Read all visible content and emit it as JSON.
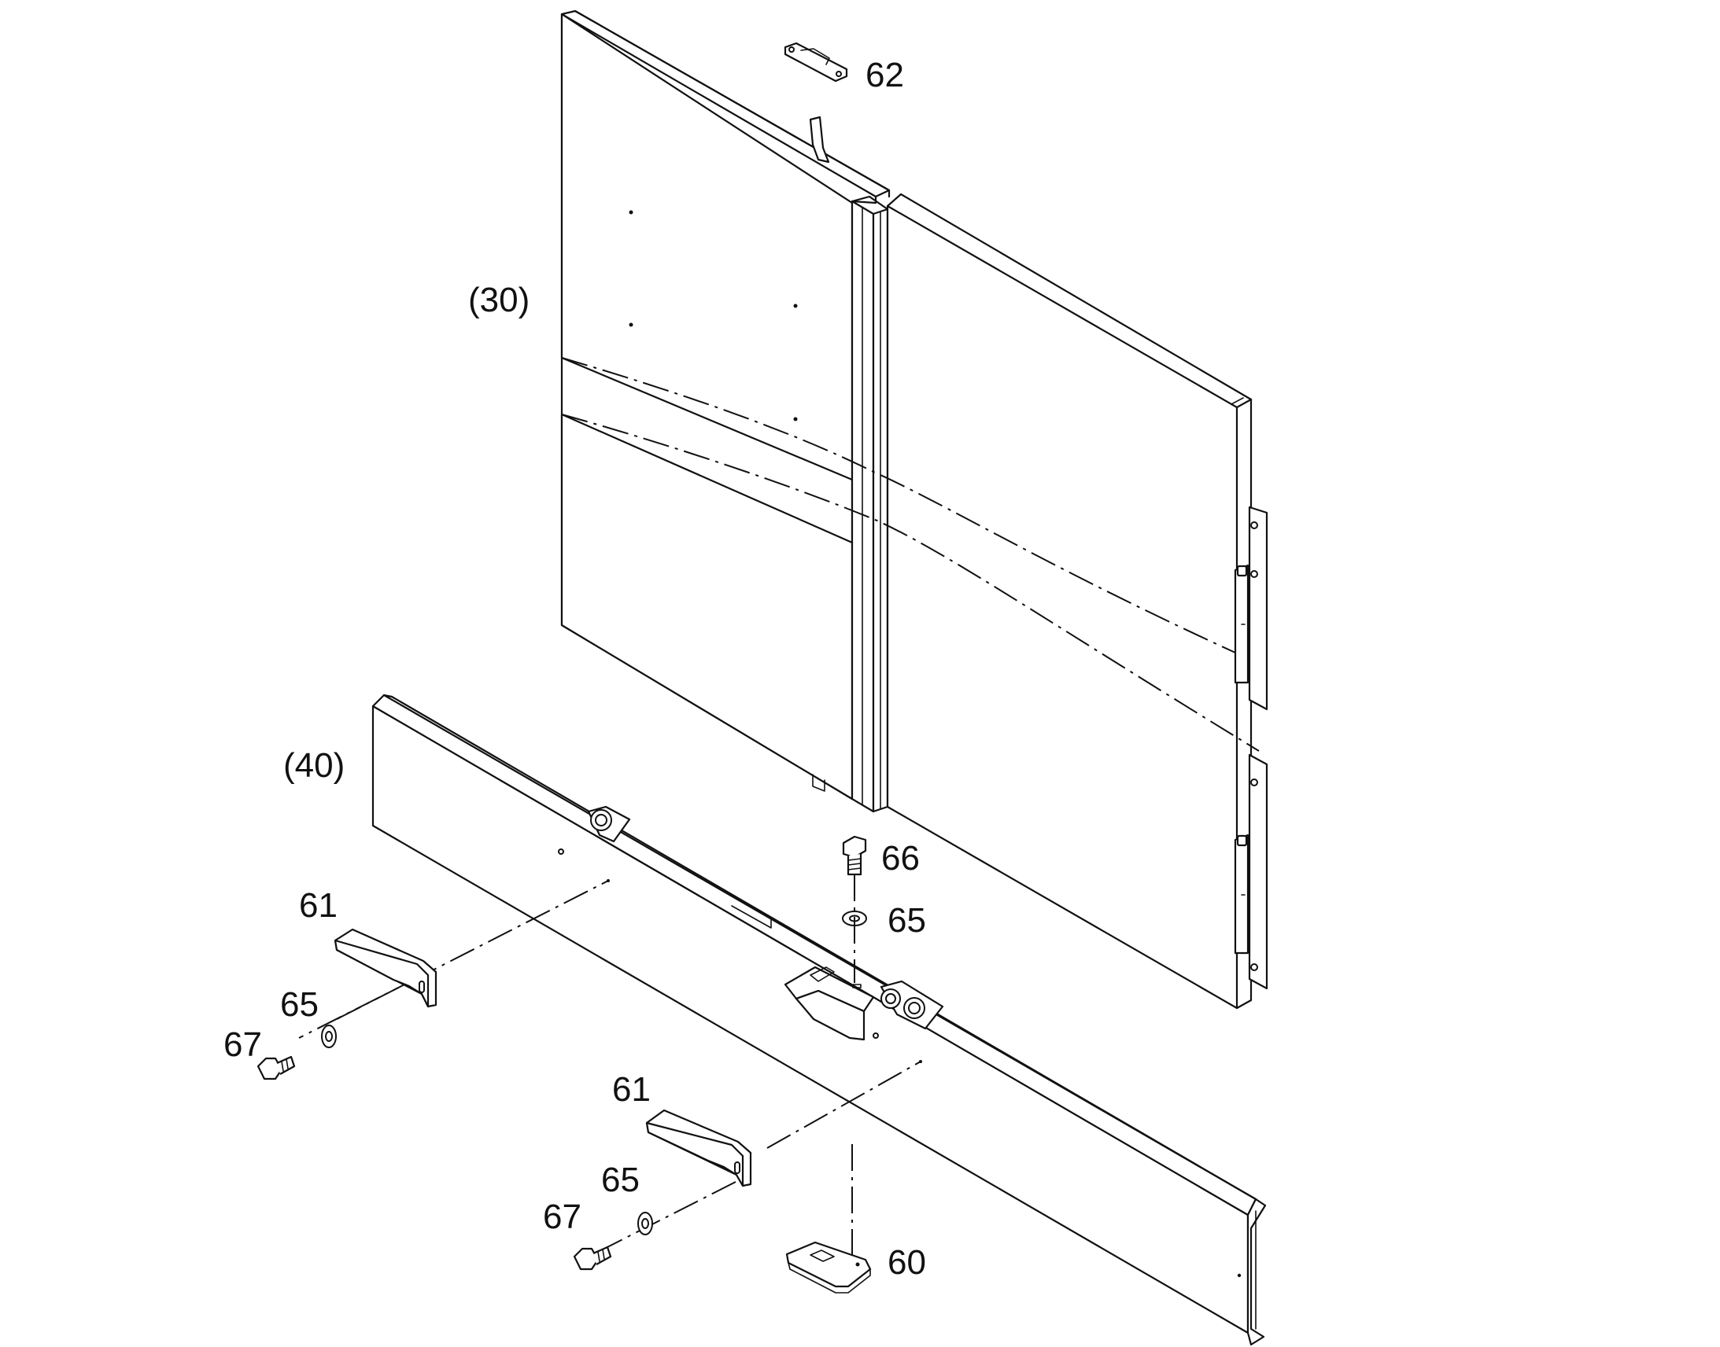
{
  "diagram": {
    "callouts": {
      "assembly_30": "(30)",
      "assembly_40": "(40)",
      "part_62": "62",
      "part_66": "66",
      "part_65_top": "65",
      "part_61_left": "61",
      "part_65_left": "65",
      "part_67_left": "67",
      "part_61_right": "61",
      "part_65_right": "65",
      "part_67_right": "67",
      "part_60": "60"
    }
  }
}
